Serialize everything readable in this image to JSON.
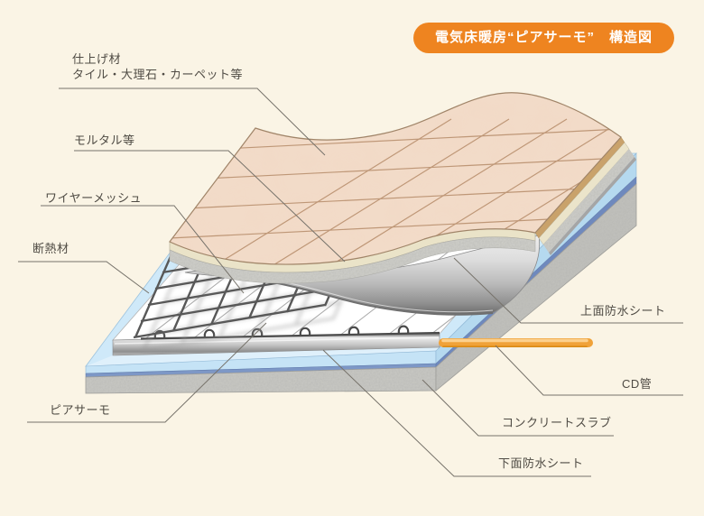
{
  "title_badge": {
    "text": "電気床暖房“ピアサーモ”　構造図"
  },
  "labels": {
    "finish": {
      "line1": "仕上げ材",
      "line2": "タイル・大理石・カーペット等"
    },
    "mortar": {
      "text": "モルタル等"
    },
    "wire_mesh": {
      "text": "ワイヤーメッシュ"
    },
    "insulation": {
      "text": "断熱材"
    },
    "piathermo": {
      "text": "ピアサーモ"
    },
    "upper_waterproof": {
      "text": "上面防水シート"
    },
    "cd_pipe": {
      "text": "CD管"
    },
    "concrete_slab": {
      "text": "コンクリートスラブ"
    },
    "lower_waterproof": {
      "text": "下面防水シート"
    }
  },
  "colors": {
    "background": "#faf4e5",
    "accent_orange": "#ee8420",
    "badge_text": "#ffffff",
    "label_text": "#4f4b44",
    "tile": "#f3dcc9",
    "tile_grout": "#b98f6e",
    "mortar_cream": "#eae3c8",
    "mortar_gray": "#d0d0cb",
    "metal_sheet": "#bfbfbf",
    "insulation_blue": "#cfe9f9",
    "waterproof_blue": "#7d97c6",
    "concrete_gray": "#c9c9c5",
    "cd_pipe_orange": "#f0a239",
    "panel_white": "#ffffff",
    "mesh_gray": "#585858"
  }
}
